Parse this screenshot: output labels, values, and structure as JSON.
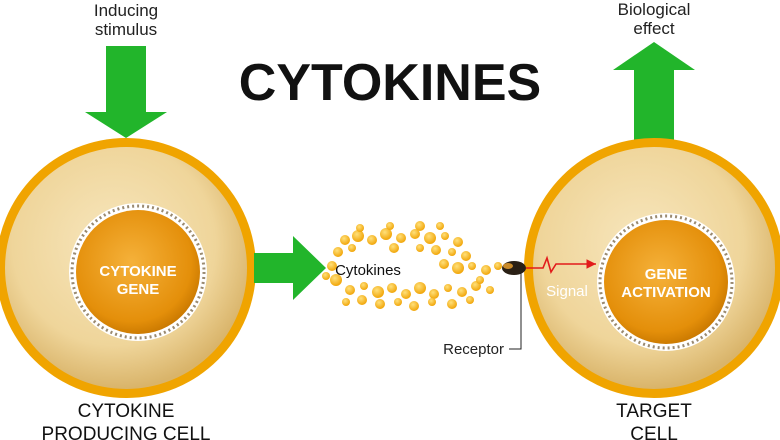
{
  "title": "CYTOKINES",
  "inducing_stimulus": {
    "line1": "Inducing",
    "line2": "stimulus"
  },
  "biological_effect": {
    "line1": "Biological",
    "line2": "effect"
  },
  "left_cell": {
    "nucleus_line1": "CYTOKINE",
    "nucleus_line2": "GENE",
    "caption_line1": "CYTOKINE",
    "caption_line2": "PRODUCING CELL"
  },
  "right_cell": {
    "nucleus_line1": "GENE",
    "nucleus_line2": "ACTIVATION",
    "caption_line1": "TARGET",
    "caption_line2": "CELL"
  },
  "cytokines_label": "Cytokines",
  "signal_label": "Signal",
  "receptor_label": "Receptor",
  "colors": {
    "arrow_green": "#22b52b",
    "membrane_orange": "#f0a400",
    "cytoplasm": "#f0d89e",
    "nucleus_orange": "#e8960c",
    "signal_red": "#e21b1b"
  }
}
